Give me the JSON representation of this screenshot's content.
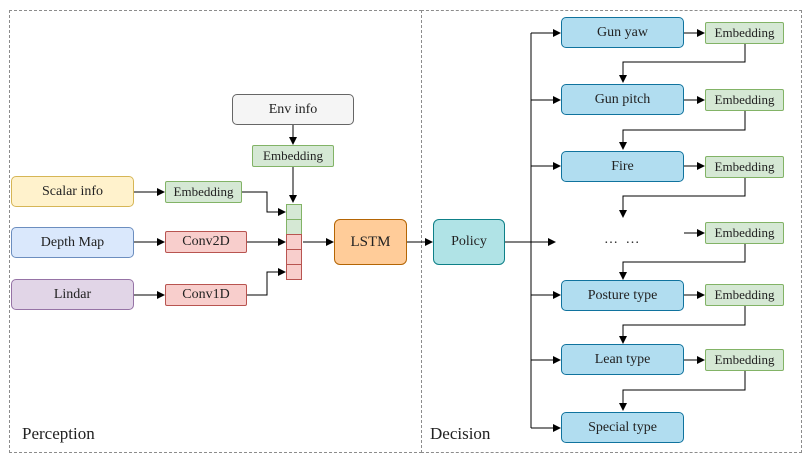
{
  "panels": {
    "perception_label": "Perception",
    "decision_label": "Decision"
  },
  "perception": {
    "env_info": "Env info",
    "env_embedding": "Embedding",
    "scalar_info": "Scalar info",
    "scalar_embedding": "Embedding",
    "depth_map": "Depth Map",
    "depth_conv": "Conv2D",
    "lidar": "Lindar",
    "lidar_conv": "Conv1D",
    "lstm": "LSTM"
  },
  "decision": {
    "policy": "Policy",
    "ellipsis": "… …",
    "actions": [
      {
        "label": "Gun yaw",
        "embedding": "Embedding"
      },
      {
        "label": "Gun pitch",
        "embedding": "Embedding"
      },
      {
        "label": "Fire",
        "embedding": "Embedding"
      },
      {
        "label": "Posture type",
        "embedding": "Embedding"
      },
      {
        "label": "Lean type",
        "embedding": "Embedding"
      },
      {
        "label": "Special type"
      }
    ],
    "ellipsis_embedding": "Embedding"
  },
  "colors": {
    "embedding": "#d5e8d4",
    "conv": "#f8cecc",
    "lstm": "#ffcc99",
    "policy": "#b0e3e6",
    "action": "#b1ddf0"
  }
}
